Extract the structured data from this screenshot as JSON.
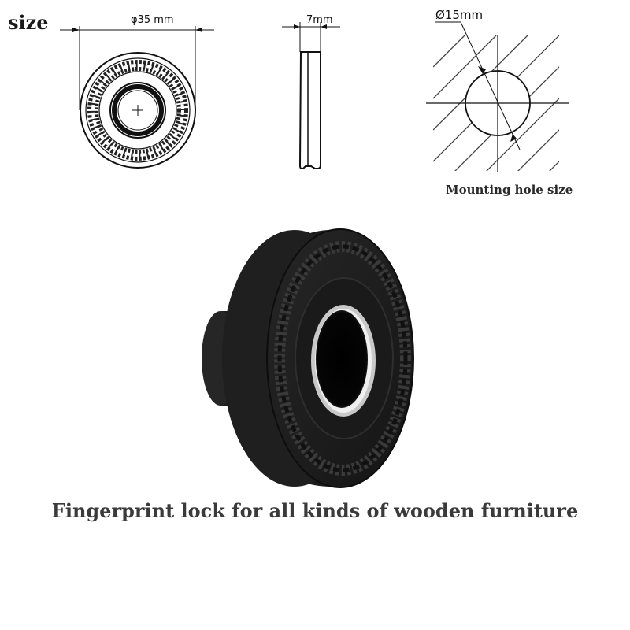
{
  "size_label": "size",
  "dimensions": {
    "diameter_label": "φ35 mm",
    "thickness_label": "7mm",
    "hole_label": "Ø15mm"
  },
  "mount_caption": "Mounting hole size",
  "main_caption": "Fingerprint lock for all kinds of wooden furniture",
  "colors": {
    "product": "#1c1c1c",
    "line": "#111111",
    "caption": "#3a3a3a"
  }
}
